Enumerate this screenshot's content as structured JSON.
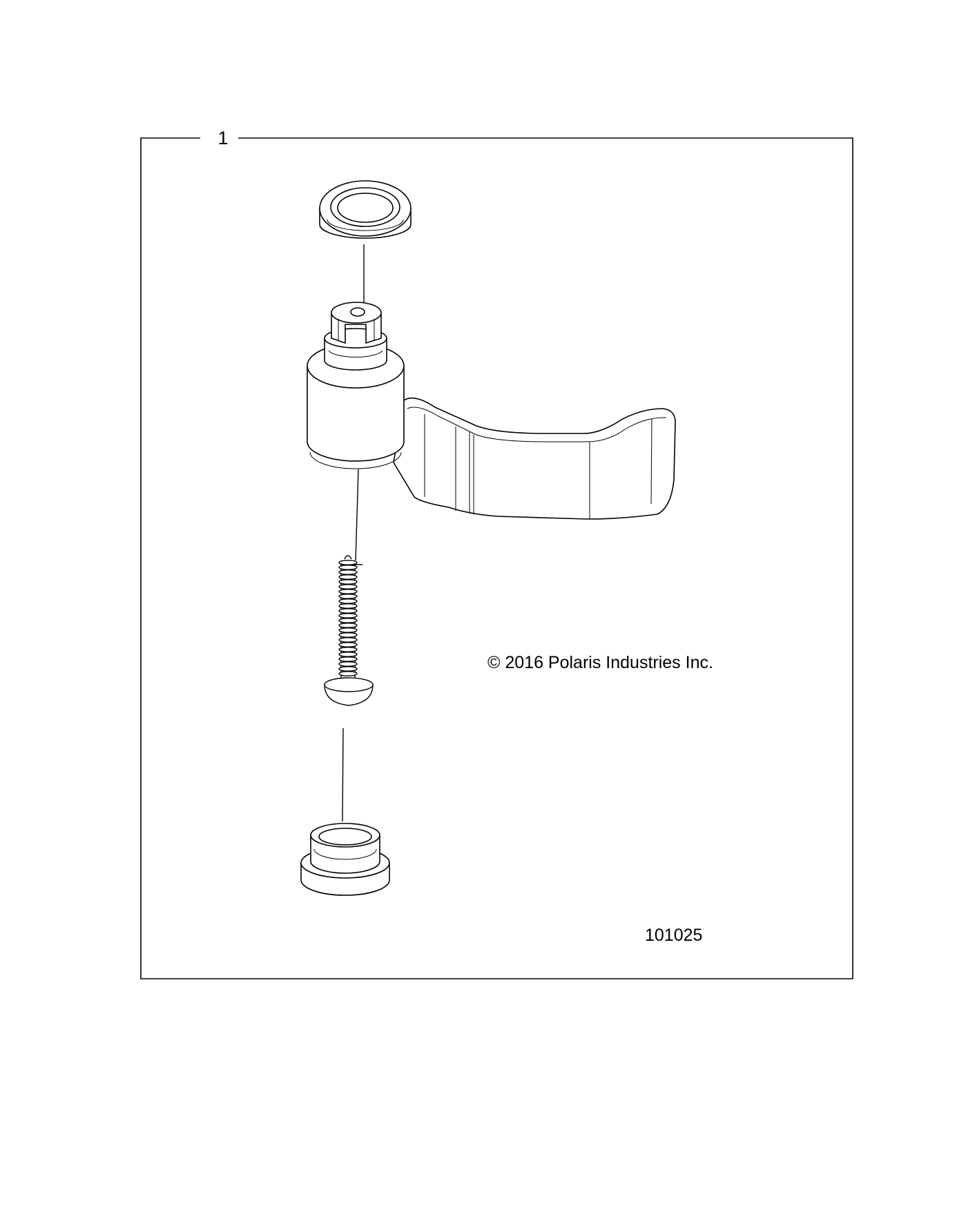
{
  "callout": {
    "number": "1"
  },
  "copyright": "© 2016 Polaris Industries Inc.",
  "figure_number": "101025",
  "parts": [
    {
      "icon": "seal-ring-icon"
    },
    {
      "icon": "lever-handle-icon"
    },
    {
      "icon": "screw-icon"
    },
    {
      "icon": "bushing-cap-icon"
    }
  ],
  "colors": {
    "line": "#000000",
    "background": "#ffffff"
  }
}
